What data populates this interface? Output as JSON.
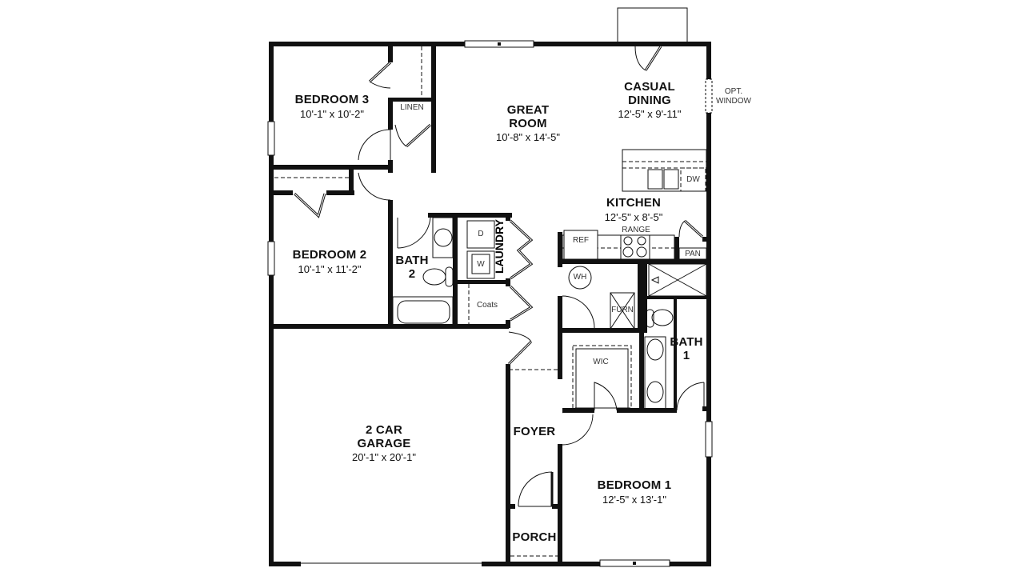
{
  "floorplan": {
    "rooms": {
      "bedroom3": {
        "name": "BEDROOM 3",
        "dim": "10'-1\" x 10'-2\""
      },
      "great_room": {
        "name_line1": "GREAT",
        "name_line2": "ROOM",
        "dim": "10'-8\" x 14'-5\""
      },
      "casual_dining": {
        "name_line1": "CASUAL",
        "name_line2": "DINING",
        "dim": "12'-5\" x 9'-11\""
      },
      "kitchen": {
        "name": "KITCHEN",
        "dim": "12'-5\" x 8'-5\""
      },
      "bedroom2": {
        "name": "BEDROOM 2",
        "dim": "10'-1\" x 11'-2\""
      },
      "bath2": {
        "name_line1": "BATH",
        "name_line2": "2"
      },
      "laundry": {
        "name": "LAUNDRY"
      },
      "bath1": {
        "name_line1": "BATH",
        "name_line2": "1"
      },
      "garage": {
        "name_line1": "2 CAR",
        "name_line2": "GARAGE",
        "dim": "20'-1\" x 20'-1\""
      },
      "foyer": {
        "name": "FOYER"
      },
      "porch": {
        "name": "PORCH"
      },
      "bedroom1": {
        "name": "BEDROOM 1",
        "dim": "12'-5\" x 13'-1\""
      }
    },
    "fixtures": {
      "linen": "LINEN",
      "coats": "Coats",
      "dryer": "D",
      "washer": "W",
      "ref": "REF",
      "range": "RANGE",
      "pan": "PAN",
      "dw": "DW",
      "wh": "WH",
      "furn": "FURN",
      "wic": "WIC",
      "opt_window_line1": "OPT.",
      "opt_window_line2": "WINDOW"
    },
    "colors": {
      "wall": "#111111",
      "background": "#ffffff"
    }
  }
}
